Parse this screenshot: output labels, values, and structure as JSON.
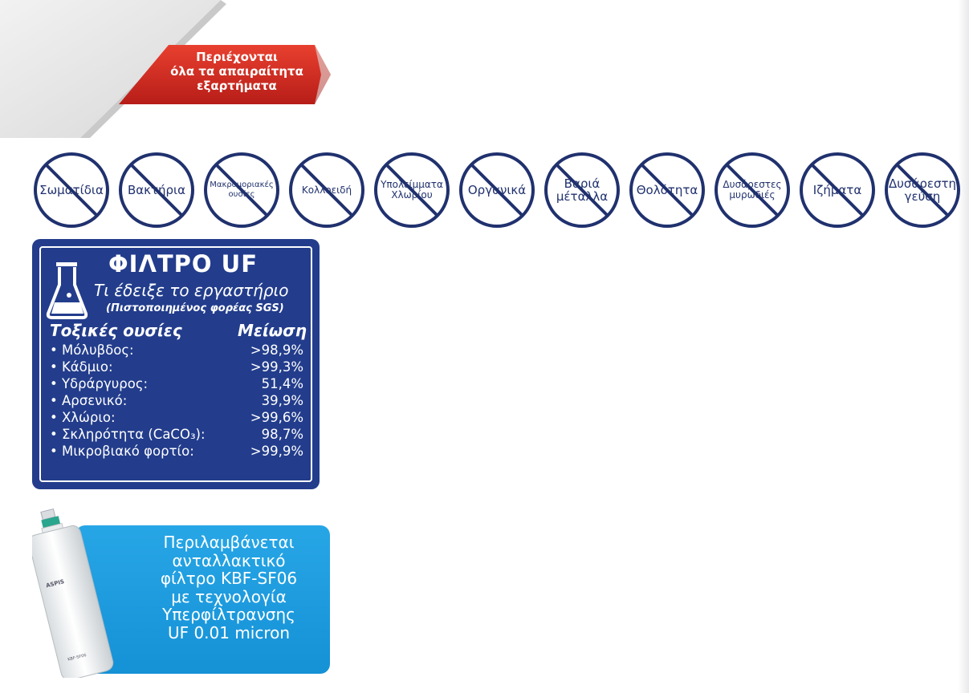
{
  "ribbon": {
    "text": "Περιέχονται\nόλα τα απαιραίτητα\nεξαρτήματα"
  },
  "badges": [
    {
      "label": "Σωματίδια",
      "size": "normal"
    },
    {
      "label": "Βακτήρια",
      "size": "normal"
    },
    {
      "label": "Μακρομοριακές\nουσίες",
      "size": "tiny"
    },
    {
      "label": "Κολλοειδή",
      "size": "small"
    },
    {
      "label": "Υπολείμματα\nΧλωρίου",
      "size": "small"
    },
    {
      "label": "Οργανικά",
      "size": "normal"
    },
    {
      "label": "Βαριά\nμέταλλα",
      "size": "normal"
    },
    {
      "label": "Θολότητα",
      "size": "normal"
    },
    {
      "label": "Δυσάρεστες\nμυρωδιές",
      "size": "small"
    },
    {
      "label": "Ιζήματα",
      "size": "normal"
    },
    {
      "label": "Δυσάρεστη\nγεύση",
      "size": "normal"
    }
  ],
  "lab": {
    "title": "ΦΙΛΤΡΟ UF",
    "subtitle": "Τι έδειξε το εργαστήριο",
    "certifier": "(Πιστοποιημένος φορέας SGS)",
    "col_substances": "Τοξικές ουσίες",
    "col_reduction": "Μείωση",
    "rows": [
      {
        "name": "• Μόλυβδος:",
        "value": ">98,9%"
      },
      {
        "name": "• Κάδμιο:",
        "value": ">99,3%"
      },
      {
        "name": "• Υδράργυρος:",
        "value": "51,4%"
      },
      {
        "name": "• Αρσενικό:",
        "value": "39,9%"
      },
      {
        "name": "• Χλώριο:",
        "value": ">99,6%"
      },
      {
        "name": "• Σκληρότητα (CaCO₃):",
        "value": "98,7%"
      },
      {
        "name": "• Μικροβιακό φορτίο:",
        "value": ">99,9%"
      }
    ]
  },
  "promo": {
    "text": "Περιλαμβάνεται\nανταλλακτικό\nφίλτρο KBF-SF06\nμε τεχνολογία\nΥπερφίλτρανσης\nUF 0.01 micron",
    "brand": "ASPIS",
    "model": "KBF-SF06"
  },
  "colors": {
    "navy": "#233d8c",
    "badge_ring": "#20316e",
    "ribbon_red": "#d62b22",
    "promo_blue": "#1a9be0"
  }
}
